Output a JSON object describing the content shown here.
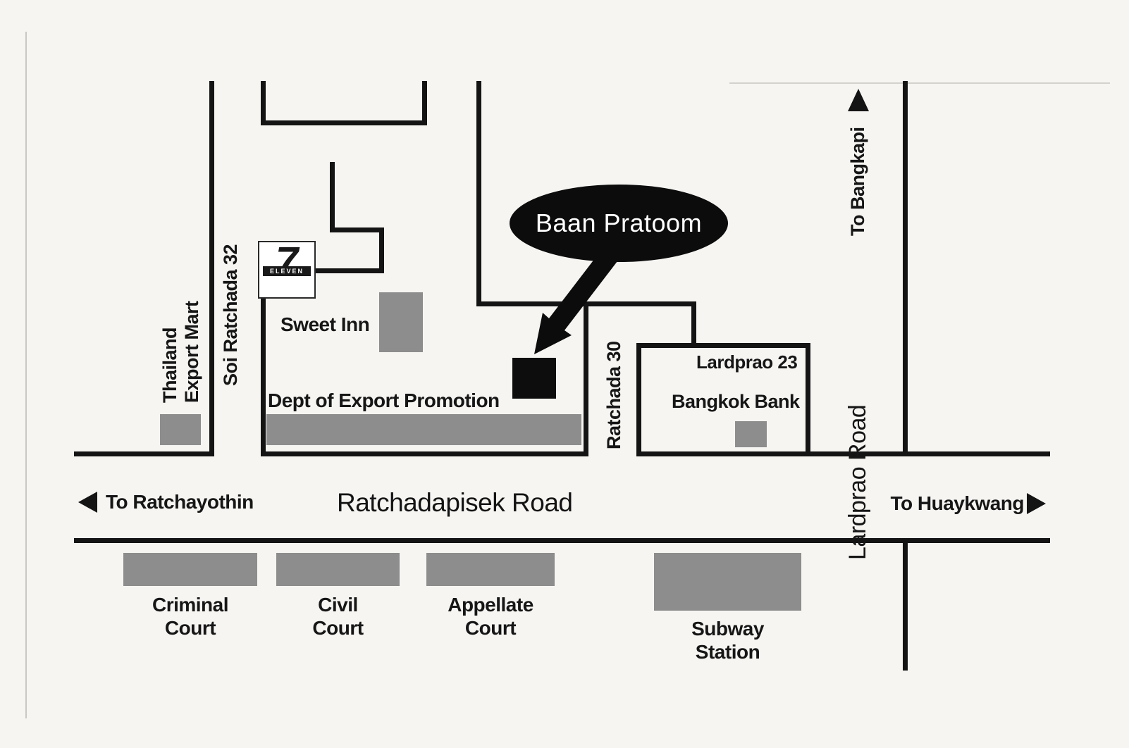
{
  "balloon": {
    "label": "Baan Pratoom"
  },
  "roads": {
    "ratchadapisek": "Ratchadapisek Road",
    "lardprao": "Lardprao Road",
    "soi_ratchada_32": "Soi Ratchada 32",
    "ratchada_30": "Ratchada 30",
    "lardprao_23": "Lardprao 23"
  },
  "directions": {
    "to_ratchayothin": "To Ratchayothin",
    "to_huaykwang": "To Huaykwang",
    "to_bangkapi": "To Bangkapi"
  },
  "places": {
    "thailand_export_mart": "Thailand\nExport Mart",
    "sweet_inn": "Sweet Inn",
    "dept_of_export_promotion": "Dept of Export Promotion",
    "bangkok_bank": "Bangkok Bank",
    "criminal_court": "Criminal\nCourt",
    "civil_court": "Civil\nCourt",
    "appellate_court": "Appellate\nCourt",
    "subway_station": "Subway\nStation"
  },
  "seven_eleven": {
    "digit": "7",
    "word": "ELEVEN"
  },
  "colors": {
    "building_gray": "#8d8d8d",
    "road_black": "#141414",
    "paper": "#f6f5f2",
    "balloon_black": "#0c0c0c",
    "balloon_text": "#ffffff"
  }
}
